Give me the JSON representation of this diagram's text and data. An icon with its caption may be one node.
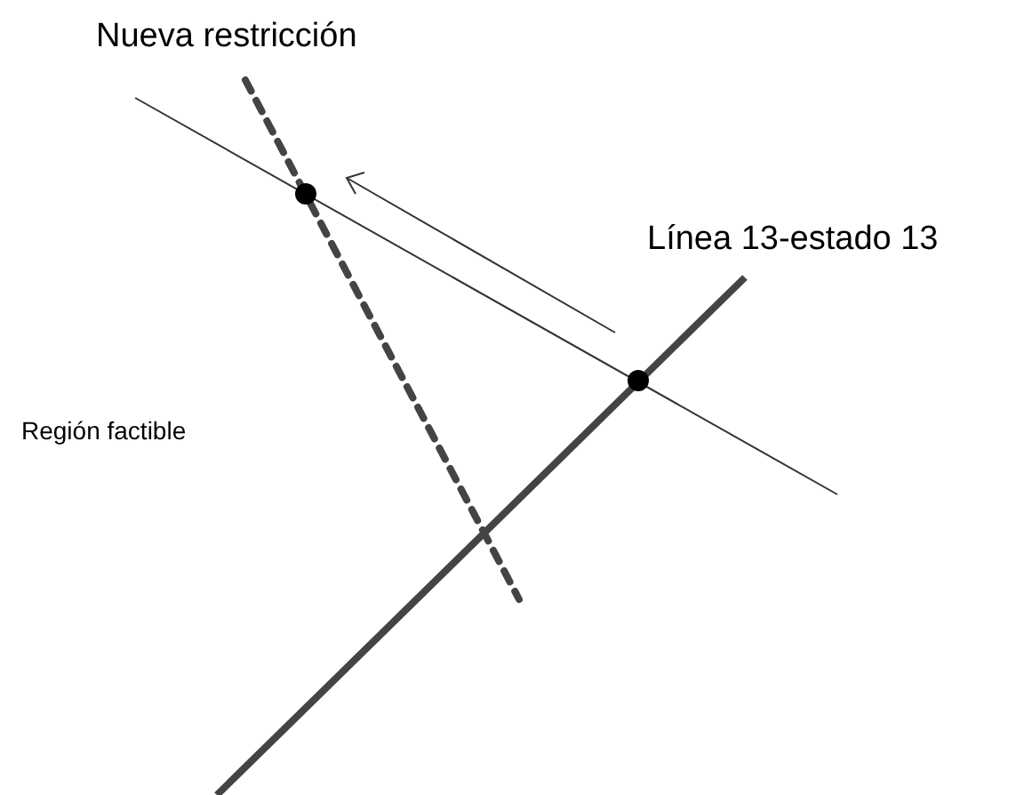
{
  "diagram": {
    "labels": [
      "Nueva restricción",
      "Línea 13-estado 13",
      "Región factible"
    ]
  }
}
